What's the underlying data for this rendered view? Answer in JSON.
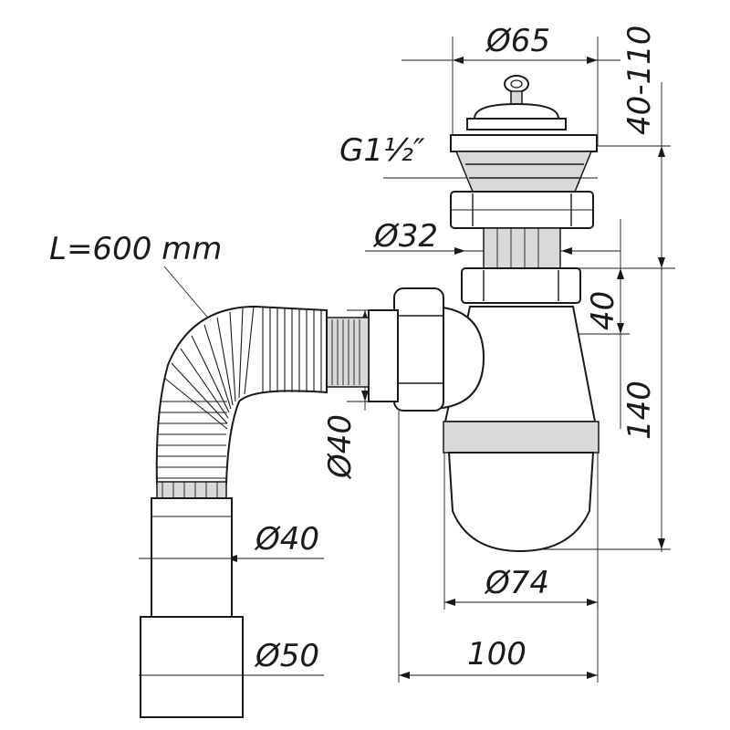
{
  "labels": {
    "top_diameter": "Ø65",
    "height_range": "40-110",
    "thread": "G1½″",
    "outlet_diameter": "Ø32",
    "hose_length": "L=600 mm",
    "offset_40": "40",
    "height_140": "140",
    "side_diameter": "Ø40",
    "bottom_diameter_40": "Ø40",
    "bottom_diameter_50": "Ø50",
    "bowl_diameter": "Ø74",
    "width_100": "100"
  },
  "colors": {
    "line": "#1a1a1a",
    "shade": "#d9d9d9",
    "background": "#ffffff"
  }
}
